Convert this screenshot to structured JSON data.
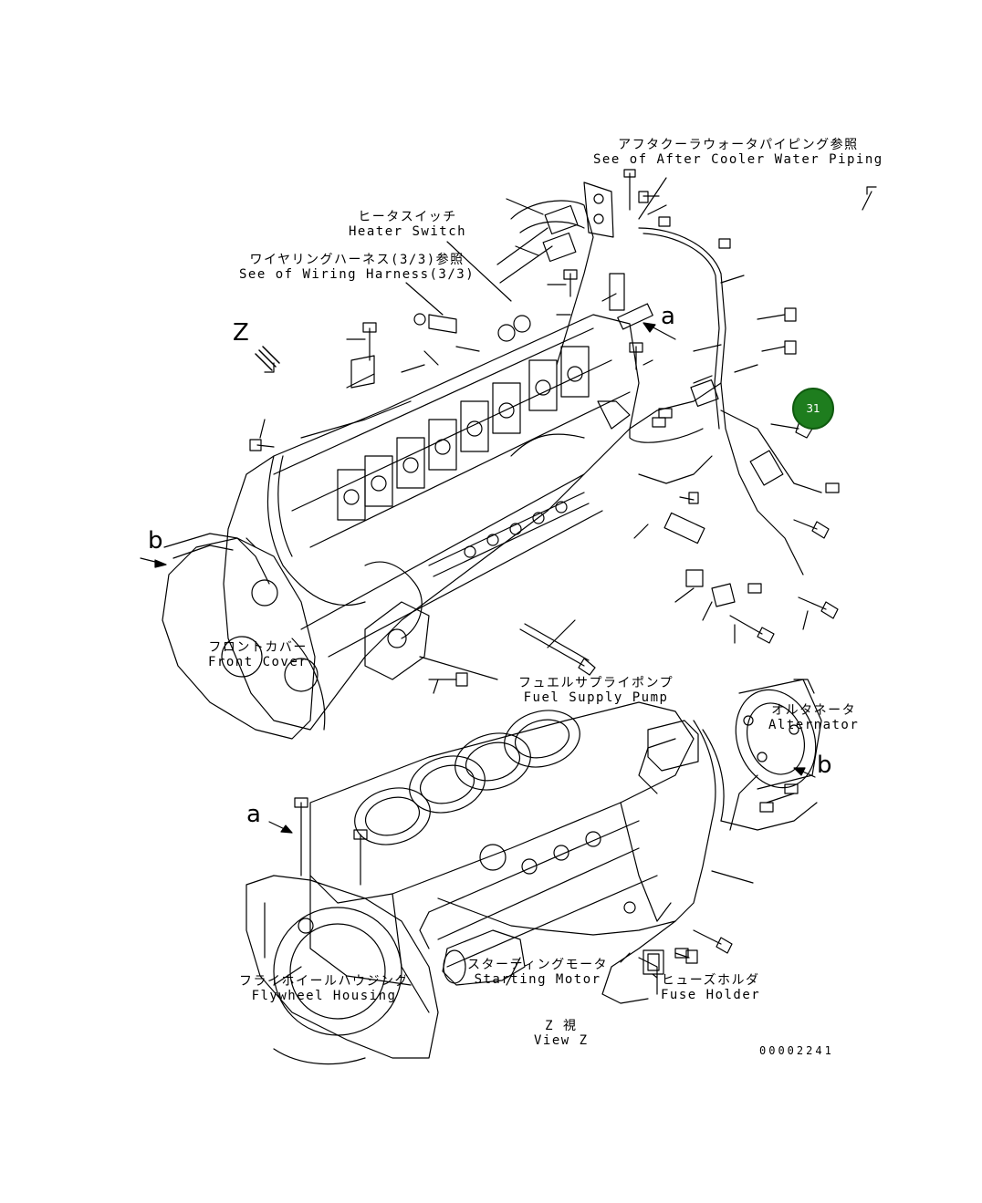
{
  "labels": {
    "after_cooler": {
      "jp": "アフタクーラウォータパイピング参照",
      "en": "See of After Cooler Water Piping"
    },
    "heater_switch": {
      "jp": "ヒータスイッチ",
      "en": "Heater Switch"
    },
    "wiring_harness": {
      "jp": "ワイヤリングハーネス(3/3)参照",
      "en": "See of Wiring Harness(3/3)"
    },
    "front_cover": {
      "jp": "フロントカバー",
      "en": "Front Cover"
    },
    "fuel_supply_pump": {
      "jp": "フュエルサプライポンプ",
      "en": "Fuel Supply Pump"
    },
    "alternator": {
      "jp": "オルタネータ",
      "en": "Alternator"
    },
    "flywheel_housing": {
      "jp": "フライホイールハウジング",
      "en": "Flywheel Housing"
    },
    "starting_motor": {
      "jp": "スターティングモータ",
      "en": "Starting Motor"
    },
    "fuse_holder": {
      "jp": "ヒューズホルダ",
      "en": "Fuse Holder"
    },
    "view_z": {
      "jp": "Z 視",
      "en": "View Z"
    }
  },
  "view_letters": {
    "z": "Z",
    "a_top": "a",
    "a_bottom": "a",
    "b_left": "b",
    "b_right": "b"
  },
  "callout": {
    "number": "31",
    "color": "#1e7d1e"
  },
  "drawing_number": "00002241"
}
